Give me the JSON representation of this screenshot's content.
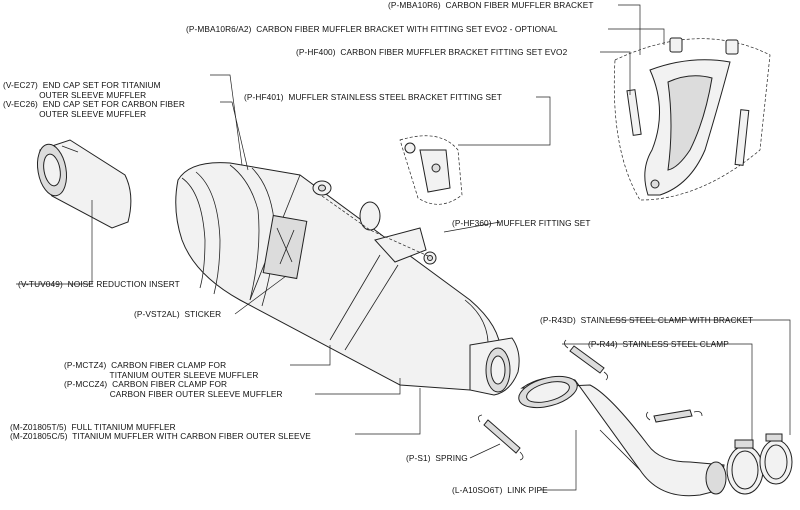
{
  "labels": {
    "mba10r6": "(P-MBA10R6)  CARBON FIBER MUFFLER BRACKET",
    "mba10r6a2": "(P-MBA10R6/A2)  CARBON FIBER MUFFLER BRACKET WITH FITTING SET EVO2 - OPTIONAL",
    "hf400": "(P-HF400)  CARBON FIBER MUFFLER BRACKET FITTING SET EVO2",
    "vec27": "(V-EC27)  END CAP SET FOR TITANIUM\n               OUTER SLEEVE MUFFLER",
    "vec26": "(V-EC26)  END CAP SET FOR CARBON FIBER\n               OUTER SLEEVE MUFFLER",
    "hf401": "(P-HF401)  MUFFLER STAINLESS STEEL BRACKET FITTING SET",
    "hf360": "(P-HF360)  MUFFLER FITTING SET",
    "tuv049": "(V-TUV049)  NOISE REDUCTION INSERT",
    "vst2al": "(P-VST2AL)  STICKER",
    "r43d": "(P-R43D)  STAINLESS STEEL CLAMP WITH BRACKET",
    "r44": "(P-R44)  STAINLESS STEEL CLAMP",
    "mctz4": "(P-MCTZ4)  CARBON FIBER CLAMP FOR\n                   TITANIUM OUTER SLEEVE MUFFLER",
    "mccz4": "(P-MCCZ4)  CARBON FIBER CLAMP FOR\n                   CARBON FIBER OUTER SLEEVE MUFFLER",
    "z01805t5": "(M-Z01805T/5)  FULL TITANIUM MUFFLER",
    "z01805c5": "(M-Z01805C/5)  TITANIUM MUFFLER WITH CARBON FIBER OUTER SLEEVE",
    "s1": "(P-S1)  SPRING",
    "a10so6t": "(L-A10SO6T)  LINK PIPE"
  }
}
